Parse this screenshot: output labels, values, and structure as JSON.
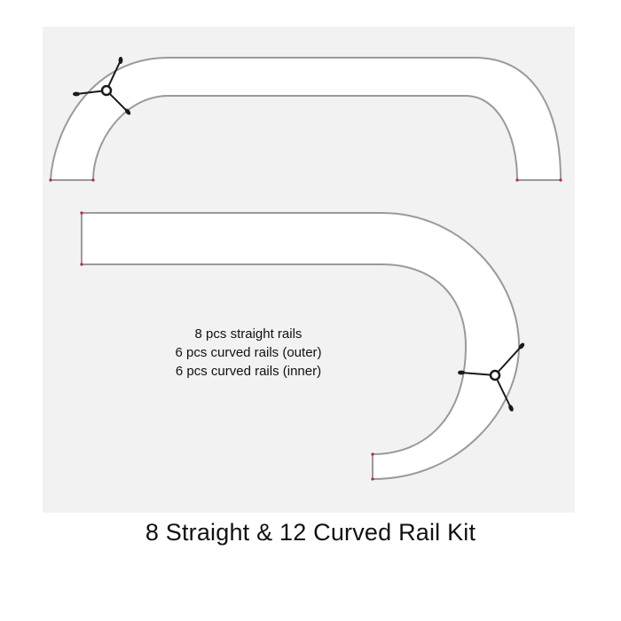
{
  "specs": [
    "8 pcs straight rails",
    "6 pcs curved rails (outer)",
    "6 pcs curved rails (inner)"
  ],
  "caption": "8 Straight & 12 Curved Rail Kit",
  "colors": {
    "panel": "#f2f2f2",
    "rail": "#9a9a9a",
    "rail_fill": "#ffffff",
    "endpoint": "#b8283a",
    "connector": "#1a1a1a"
  },
  "icons": [
    "rail-connector-icon"
  ]
}
